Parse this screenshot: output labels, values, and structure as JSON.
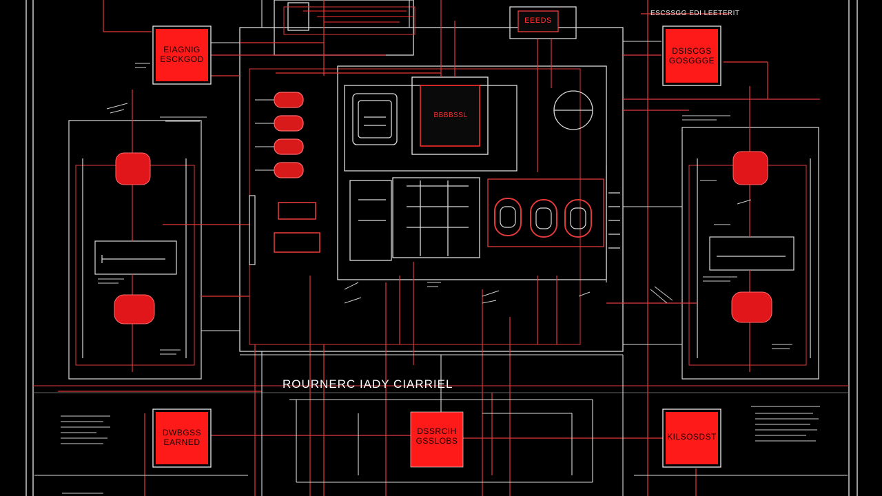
{
  "diagram": {
    "title": "ROURNERC IADY CIARRIEL",
    "top_right_caption": "ESCSSGG EDI LEETERIT",
    "top_center_label": "EEEDS",
    "chip_label": "BBBBSSL",
    "blocks": [
      {
        "id": "top-left",
        "line1": "EIAGNIG",
        "line2": "ESCKGOD"
      },
      {
        "id": "top-right",
        "line1": "DSISCGS",
        "line2": "GOSGGGE"
      },
      {
        "id": "bottom-left",
        "line1": "DWBGSS",
        "line2": "EARNED"
      },
      {
        "id": "bottom-center",
        "line1": "DSSRCIH",
        "line2": "GSSLOBS"
      },
      {
        "id": "bottom-right",
        "line1": "KILSOSDST",
        "line2": ""
      }
    ],
    "colors": {
      "background": "#000000",
      "accent": "#ff1a1a",
      "line_white": "#e6e6e6",
      "line_red": "#e23a3a"
    }
  }
}
